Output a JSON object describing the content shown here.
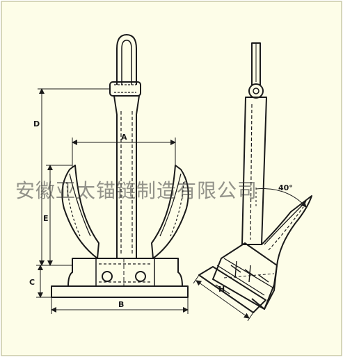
{
  "colors": {
    "paper": "#fdfde8",
    "border": "#c9c9a8",
    "ink": "#1a1a1a"
  },
  "dimension_labels": {
    "a": "A",
    "b": "B",
    "c": "C",
    "d": "D",
    "e": "E",
    "h": "H",
    "angle": "40°"
  },
  "watermark": "安徽亚太锚链制造有限公司"
}
